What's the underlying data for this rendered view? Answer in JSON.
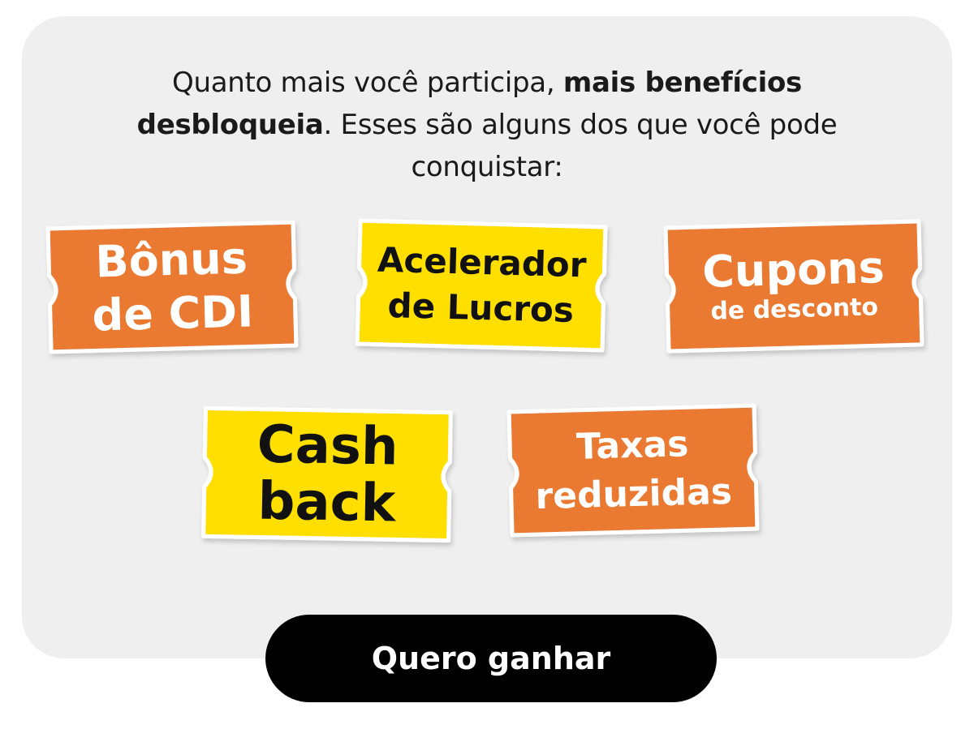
{
  "intro": {
    "part1": "Quanto mais você participa, ",
    "bold": "mais benefícios desbloqueia",
    "part2": ". Esses são alguns dos que você pode conquistar:"
  },
  "tickets": [
    {
      "line1": "Bônus",
      "line2": "de CDI",
      "color": "#ea7a33"
    },
    {
      "line1": "Acelerador",
      "line2": "de Lucros",
      "color": "#ffdf00"
    },
    {
      "line1": "Cupons",
      "line2": "de desconto",
      "color": "#ea7a33"
    },
    {
      "line1": "Cash",
      "line2": "back",
      "color": "#ffdf00"
    },
    {
      "line1": "Taxas",
      "line2": "reduzidas",
      "color": "#ea7a33"
    }
  ],
  "cta": {
    "label": "Quero ganhar"
  },
  "colors": {
    "background": "#efefef",
    "orange": "#ea7a33",
    "yellow": "#ffdf00",
    "button": "#000000"
  }
}
